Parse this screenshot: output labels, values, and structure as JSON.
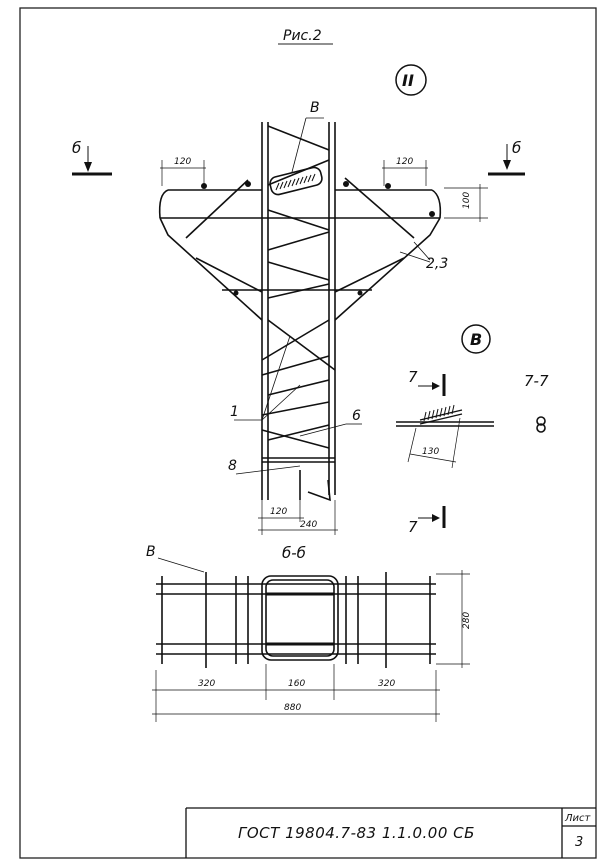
{
  "figure": {
    "title": "Рис.2",
    "node_mark": "II",
    "callout_mark": "В",
    "section_cut_label": "б",
    "section_view_title": "б-б",
    "detail_cut_label": "7",
    "detail_section_title": "7-7"
  },
  "labels": {
    "callout_on_drawing": "В",
    "item_23": "2,3",
    "item_1": "1",
    "item_6": "6",
    "item_8": "8",
    "section_callout": "В"
  },
  "dimensions": {
    "top_left_spacing": "120",
    "top_right_spacing": "120",
    "top_height": "100",
    "bottom_120": "120",
    "bottom_240": "240",
    "detail_weld": "130",
    "section_height": "280",
    "section_left": "320",
    "section_mid": "160",
    "section_right": "320",
    "section_total": "880"
  },
  "title_block": {
    "designation": "ГОСТ 19804.7-83  1.1.0.00 СБ",
    "sheet_label": "Лист",
    "sheet_number": "3"
  }
}
